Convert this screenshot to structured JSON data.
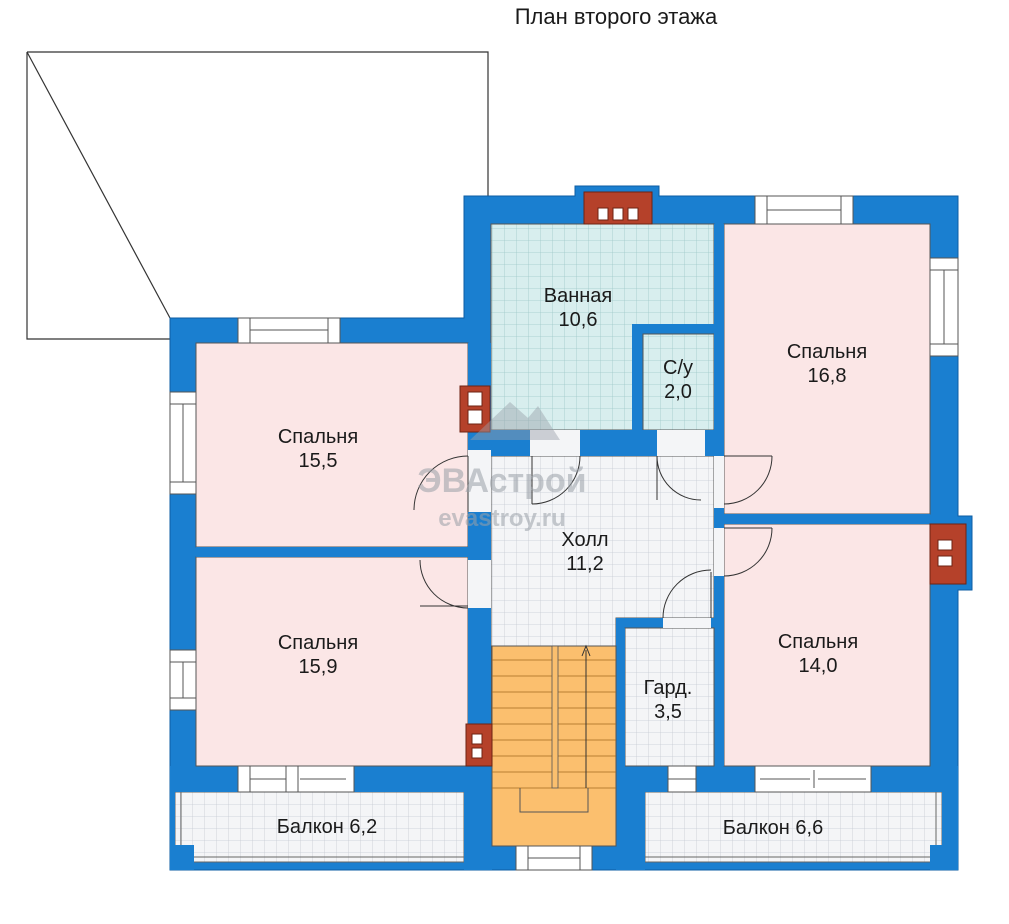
{
  "title": "План второго этажа",
  "rooms": [
    {
      "id": "bath",
      "name": "Ванная",
      "area": "10,6"
    },
    {
      "id": "wc",
      "name": "С/у",
      "area": "2,0"
    },
    {
      "id": "bed-ne",
      "name": "Спальня",
      "area": "16,8"
    },
    {
      "id": "bed-nw",
      "name": "Спальня",
      "area": "15,5"
    },
    {
      "id": "hall",
      "name": "Холл",
      "area": "11,2"
    },
    {
      "id": "bed-sw",
      "name": "Спальня",
      "area": "15,9"
    },
    {
      "id": "ward",
      "name": "Гард.",
      "area": "3,5"
    },
    {
      "id": "bed-se",
      "name": "Спальня",
      "area": "14,0"
    },
    {
      "id": "balc-w",
      "name": "Балкон 6,2",
      "area": ""
    },
    {
      "id": "balc-e",
      "name": "Балкон 6,6",
      "area": ""
    }
  ],
  "watermark": {
    "brand": "ЭВАстрой",
    "site": "evastroy.ru"
  },
  "colors": {
    "wall": "#1a7fd0",
    "bedroom": "#fbe6e6",
    "bath_tile": "#d8eeee",
    "hall_tile": "#f2f4f6",
    "stairs": "#fbbf6e",
    "chimney": "#b5412a"
  }
}
